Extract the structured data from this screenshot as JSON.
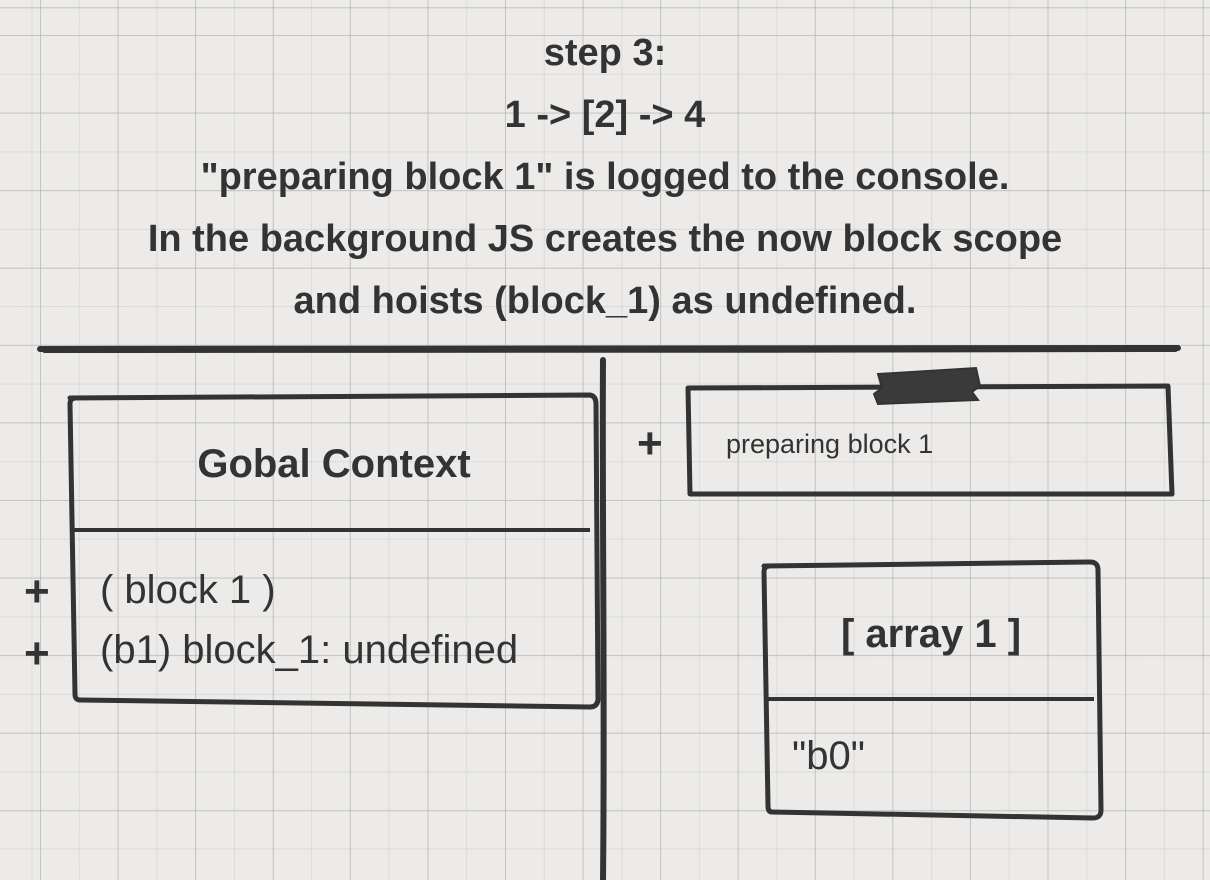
{
  "header": {
    "lines": [
      "step 3:",
      "1 -> [2] -> 4",
      "\"preparing block 1\" is logged to the console.",
      "In the background JS creates the now block scope",
      "and hoists (block_1) as undefined."
    ]
  },
  "global_context": {
    "title": "Gobal Context",
    "entries": [
      {
        "marker": "+",
        "text": "( block 1 )"
      },
      {
        "marker": "+",
        "text": "(b1) block_1: undefined"
      }
    ]
  },
  "console": {
    "marker": "+",
    "text": "preparing block 1"
  },
  "array_box": {
    "title": "[ array 1 ]",
    "items": [
      "\"b0\""
    ]
  },
  "colors": {
    "background": "#ecebe9",
    "grid": "#b4b4b4",
    "ink": "#333333"
  }
}
